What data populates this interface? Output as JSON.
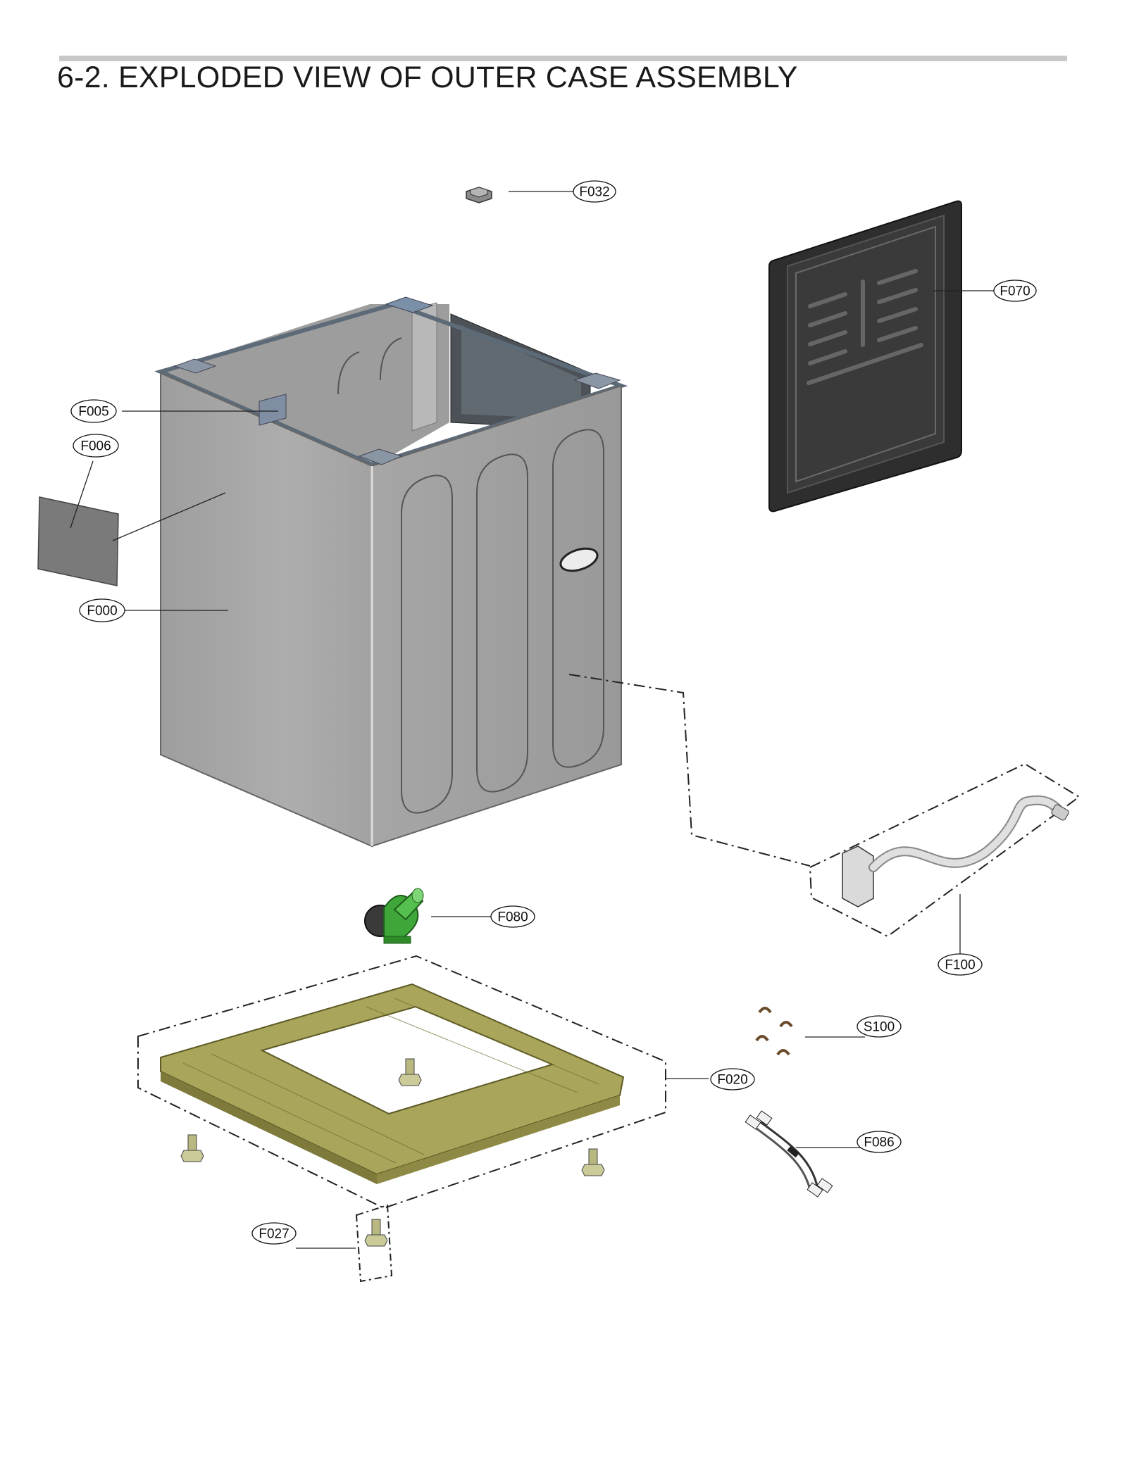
{
  "title": "6-2. EXPLODED VIEW OF OUTER CASE ASSEMBLY",
  "callouts": {
    "F032": "F032",
    "F070": "F070",
    "F005": "F005",
    "F006": "F006",
    "F000": "F000",
    "F080": "F080",
    "F100": "F100",
    "S100": "S100",
    "F020": "F020",
    "F086": "F086",
    "F027": "F027"
  },
  "parts": {
    "F000": "outer-case-cabinet",
    "F005": "inner-pad",
    "F006": "damping-pad",
    "F020": "base-frame",
    "F027": "leveling-leg",
    "F032": "cap-clip",
    "F070": "rear-cover-panel",
    "F080": "drain-pump",
    "F086": "wire-harness",
    "F100": "drain-hose-assembly",
    "S100": "hose-clamps"
  },
  "colors": {
    "cabinet": "#a8a8a8",
    "cabinet_dark": "#8f8f8f",
    "panel": "#3d3d3d",
    "base_frame": "#a9a55a",
    "pump": "#3fa63a",
    "hose": "#d8d8d8",
    "title_rule": "#c8c8c8"
  }
}
